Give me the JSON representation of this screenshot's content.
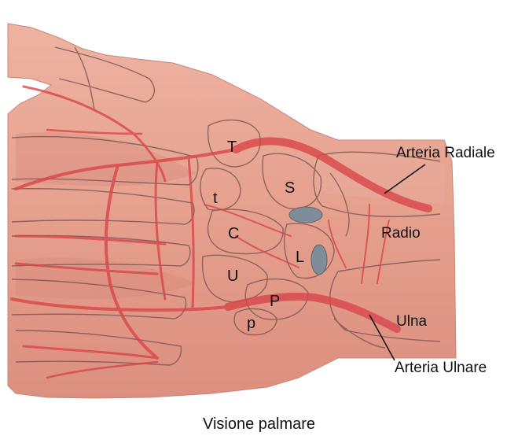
{
  "figure": {
    "caption": "Visione palmare",
    "colors": {
      "skin": "#e8a594",
      "skin_shadow": "#d98b7b",
      "artery": "#d9464a",
      "bone_outline": "#7d5a52",
      "nerve_marker": "#7f8c99"
    },
    "bone_labels": {
      "trapezium": "T",
      "trapezoid": "t",
      "capitate": "C",
      "hamate": "U",
      "scaphoid": "S",
      "lunate": "L",
      "triquetrum": "P",
      "pisiform": "p"
    },
    "structure_labels": {
      "radial_artery": "Arteria Radiale",
      "radius": "Radio",
      "ulna": "Ulna",
      "ulnar_artery": "Arteria Ulnare"
    }
  }
}
